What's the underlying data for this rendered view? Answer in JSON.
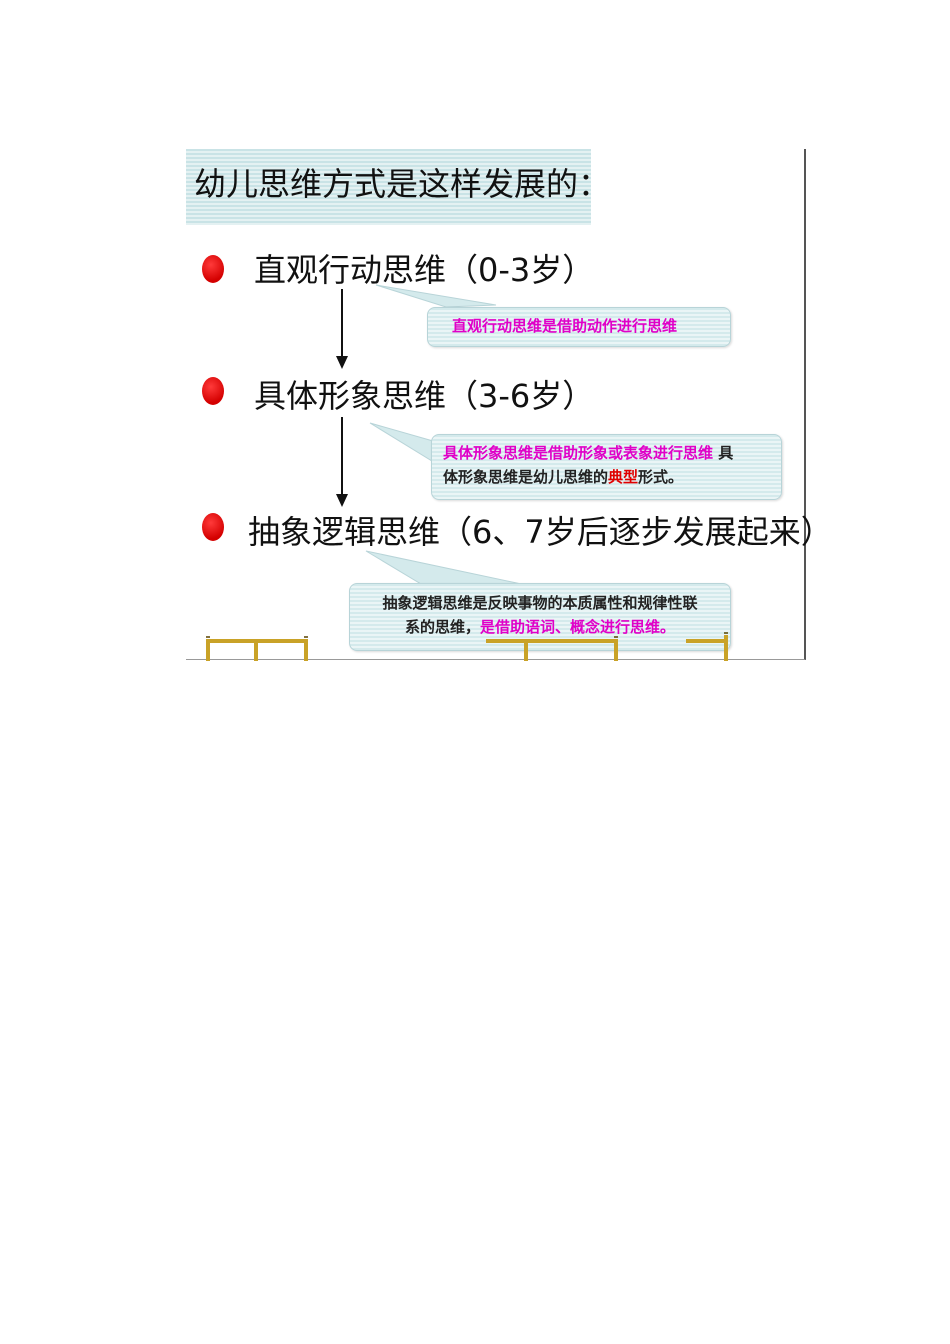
{
  "slide": {
    "title": "幼儿思维方式是这样发展的：",
    "stages": [
      {
        "label": "直观行动思维（0-3岁）"
      },
      {
        "label": "具体形象思维（3-6岁）"
      },
      {
        "label": "抽象逻辑思维（6、7岁后逐步发展起来）"
      }
    ],
    "callouts": {
      "c1": {
        "t1": "直观行动思维是借助动作进行思维"
      },
      "c2": {
        "t1": "具体形象思维是借助形象或表象进行思维",
        "t2": " 具",
        "t3": "体形象思维是幼儿思维的",
        "t4": "典型",
        "t5": "形式。"
      },
      "c3": {
        "t1": "抽象逻辑思维是反映事物的本质属性和规律性联",
        "t2": "系的思维，",
        "t3": "是借助语词、概念进行思维",
        "t4": "。"
      }
    },
    "colors": {
      "bullet": "#d40000",
      "magenta": "#e000c8",
      "emphasis": "#e00000",
      "callout_bg": "#d4eaec",
      "title_band": "#c9e3e6"
    }
  }
}
